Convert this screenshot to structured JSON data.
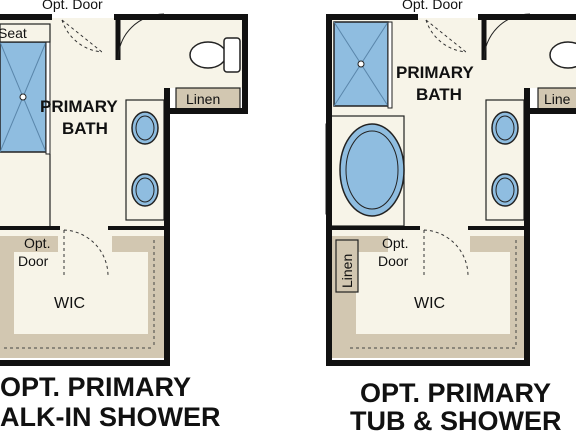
{
  "colors": {
    "wall": "#111111",
    "floor": "#f7f4e8",
    "closet_band": "#d2c7b1",
    "shower_glass": "#8fbde0",
    "tub_fill": "#8fbde0",
    "fixture_outline": "#222222",
    "background": "#ffffff"
  },
  "left_plan": {
    "top_door_label": "Opt. Door",
    "seat_label": "Seat",
    "bath_label_line1": "PRIMARY",
    "bath_label_line2": "BATH",
    "linen_label": "Linen",
    "wic_door_line1": "Opt.",
    "wic_door_line2": "Door",
    "wic_label": "WIC",
    "title_line1": "OPT. PRIMARY",
    "title_line2": "ALK-IN SHOWER"
  },
  "right_plan": {
    "top_door_label": "Opt. Door",
    "bath_label_line1": "PRIMARY",
    "bath_label_line2": "BATH",
    "linen_top_label": "Line",
    "linen_side_label": "Linen",
    "wic_door_line1": "Opt.",
    "wic_door_line2": "Door",
    "wic_label": "WIC",
    "title_line1": "OPT. PRIMARY",
    "title_line2": "TUB & SHOWER"
  }
}
